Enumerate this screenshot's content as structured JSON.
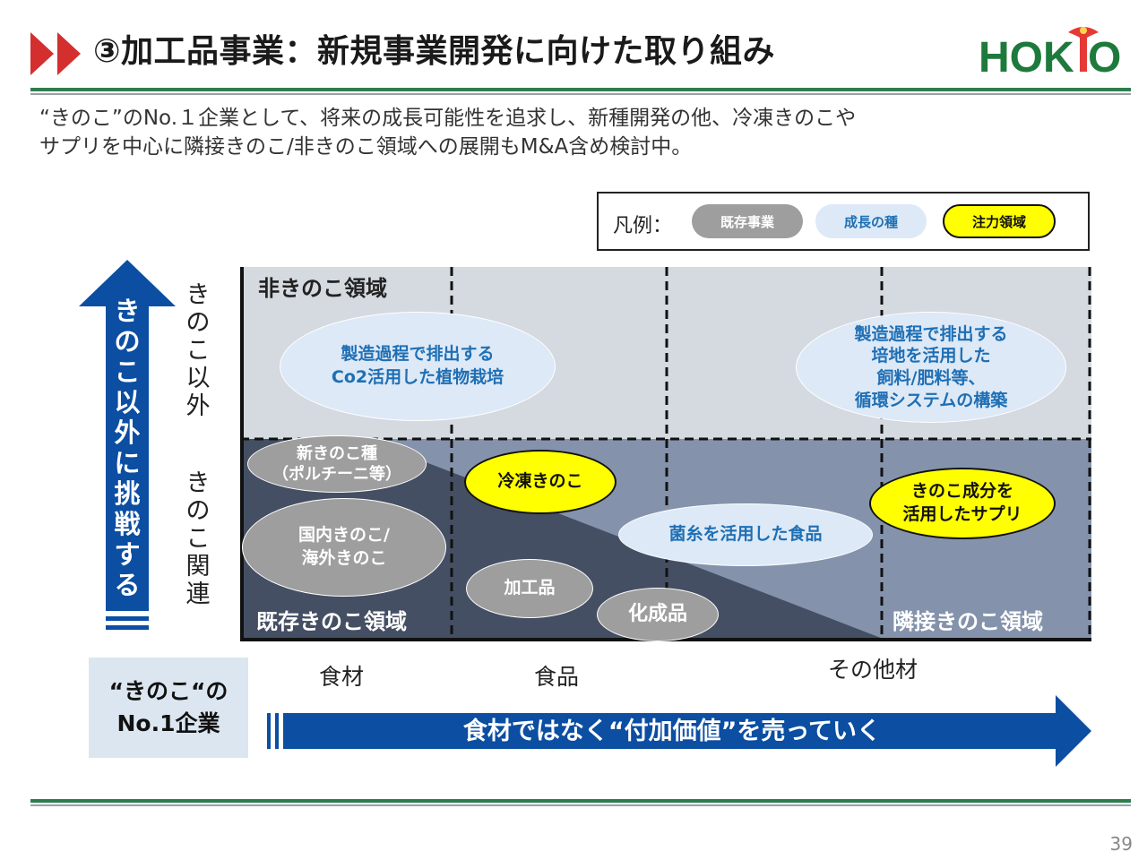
{
  "header": {
    "title": "③加工品事業：新規事業開発に向けた取り組み",
    "logo_text": "HOKTO"
  },
  "lead": {
    "line1": "“きのこ”のNo.１企業として、将来の成長可能性を追求し、新種開発の他、冷凍きのこや",
    "line2": "サプリを中心に隣接きのこ/非きのこ領域への展開もM&A含め検討中。"
  },
  "legend": {
    "label": "凡例：",
    "existing": "既存事業",
    "seed": "成長の種",
    "focus": "注力領域"
  },
  "y_axis": {
    "arrow_label": "きのこ以外に挑戦する",
    "upper": "きのこ以外",
    "lower": "きのこ関連"
  },
  "regions": {
    "non_mushroom": "非きのこ領域",
    "existing_mushroom": "既存きのこ領域",
    "adjacent_mushroom": "隣接きのこ領域"
  },
  "items": {
    "co2_plant": [
      "製造過程で排出する",
      "Co2活用した植物栽培"
    ],
    "medium_feed": [
      "製造過程で排出する",
      "培地を活用した",
      "飼料/肥料等、",
      "循環システムの構築"
    ],
    "new_species": [
      "新きのこ種",
      "（ポルチーニ等）"
    ],
    "domestic": [
      "国内きのこ/",
      "海外きのこ"
    ],
    "frozen": [
      "冷凍きのこ"
    ],
    "mycelium_food": [
      "菌糸を活用した食品"
    ],
    "processed": [
      "加工品"
    ],
    "cosmetics": [
      "化成品"
    ],
    "supplement": [
      "きのこ成分を",
      "活用したサプリ"
    ]
  },
  "x_axis": {
    "tick1": "食材",
    "tick2": "食品",
    "tick3": "その他材",
    "arrow_label": "食材ではなく“付加価値”を売っていく",
    "origin_line1": "“きのこ“の",
    "origin_line2": "No.1企業"
  },
  "colors": {
    "green_rule": "#2e7d4f",
    "navy_arrow": "#0b4ea2",
    "upper_band": "#d5d9e0",
    "lower_band": "#8493ab",
    "dark_wedge": "#444f63",
    "legend_gray": "#9e9e9e",
    "legend_blue": "#dde9f6",
    "legend_yellow": "#ffff00",
    "title_arrow": "#d32f2f"
  },
  "page_number": "39"
}
